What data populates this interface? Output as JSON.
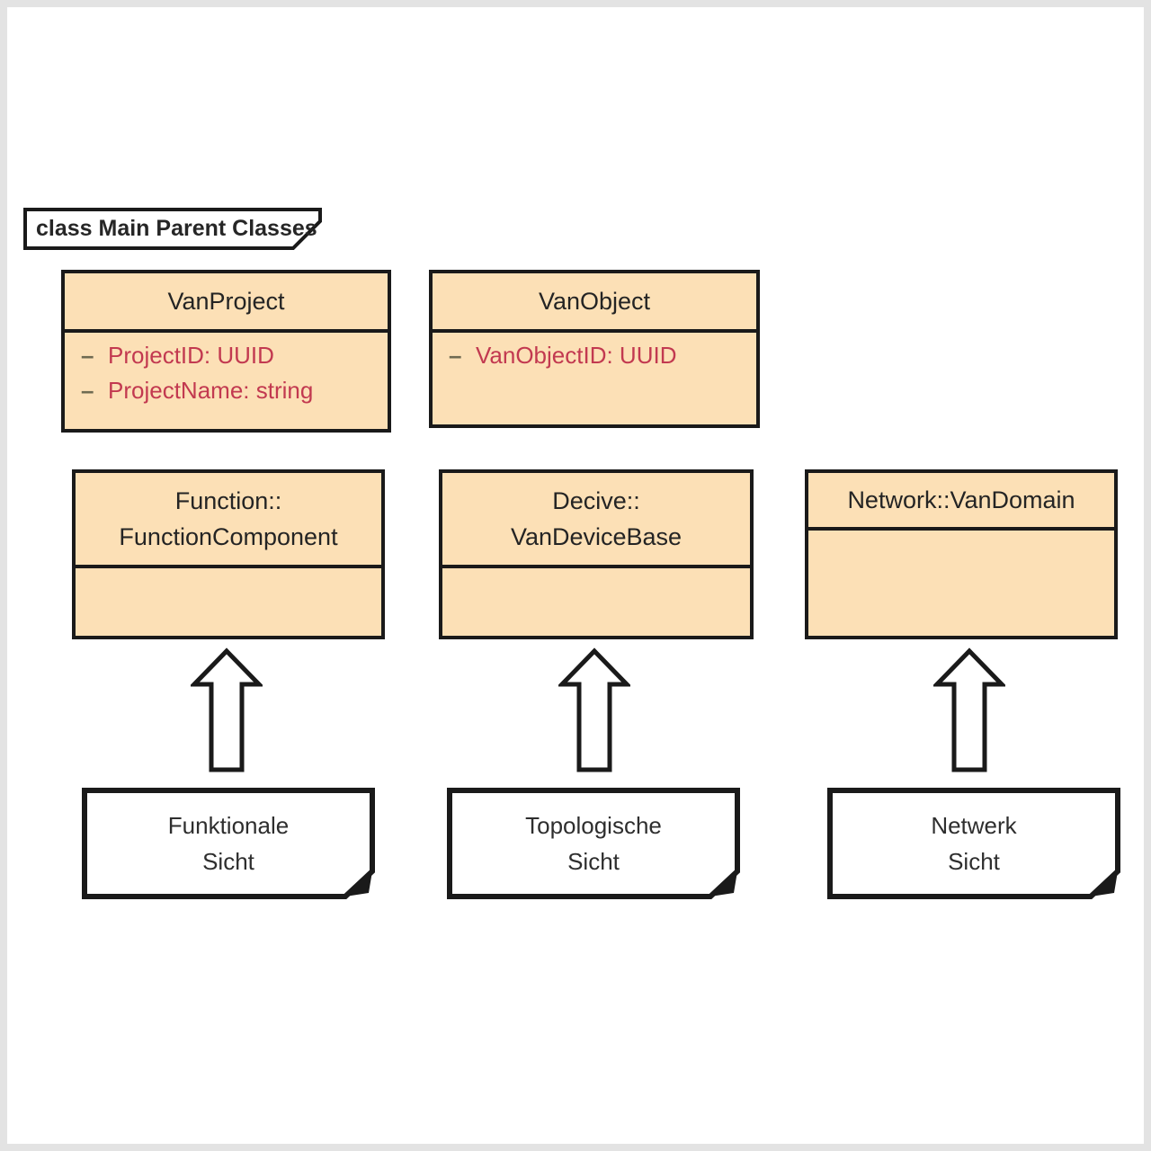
{
  "frame": {
    "label": "class Main Parent Classes"
  },
  "colors": {
    "class_fill": "#FCE0B6",
    "shape_border": "#1A1A1A",
    "attribute_text": "#C23950",
    "visibility_dash": "#6F6B52",
    "note_fill": "#FFFFFF",
    "page_edge": "#E3E3E3"
  },
  "classes": [
    {
      "name": "VanProject",
      "title_lines": [
        "VanProject"
      ],
      "attributes": [
        {
          "visibility": "–",
          "text": "ProjectID: UUID"
        },
        {
          "visibility": "–",
          "text": "ProjectName: string"
        }
      ]
    },
    {
      "name": "VanObject",
      "title_lines": [
        "VanObject"
      ],
      "attributes": [
        {
          "visibility": "–",
          "text": "VanObjectID: UUID"
        }
      ]
    },
    {
      "name": "Function::FunctionComponent",
      "title_lines": [
        "Function::",
        "FunctionComponent"
      ],
      "attributes": []
    },
    {
      "name": "Decive::VanDeviceBase",
      "title_lines": [
        "Decive::",
        "VanDeviceBase"
      ],
      "attributes": []
    },
    {
      "name": "Network::VanDomain",
      "title_lines": [
        "Network::VanDomain"
      ],
      "attributes": []
    }
  ],
  "notes": [
    {
      "lines": [
        "Funktionale",
        "Sicht"
      ]
    },
    {
      "lines": [
        "Topologische",
        "Sicht"
      ]
    },
    {
      "lines": [
        "Netwerk",
        "Sicht"
      ]
    }
  ]
}
